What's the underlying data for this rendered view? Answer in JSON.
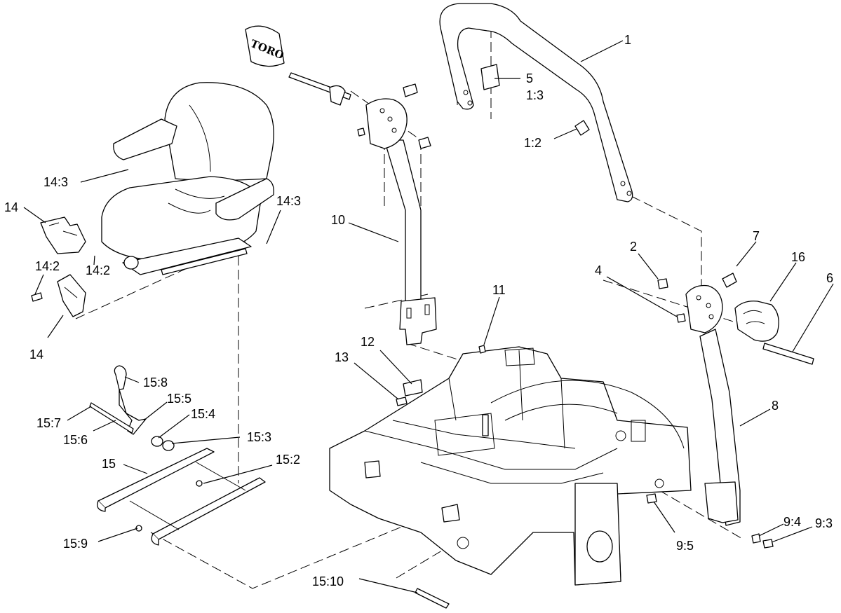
{
  "callouts": {
    "c1": "1",
    "c5": "5",
    "c1_3": "1:3",
    "c1_2": "1:2",
    "c14_3a": "14:3",
    "c14_3b": "14:3",
    "c14a": "14",
    "c14_2a": "14:2",
    "c14_2b": "14:2",
    "c14b": "14",
    "c10": "10",
    "c2": "2",
    "c7": "7",
    "c16": "16",
    "c4": "4",
    "c6": "6",
    "c11": "11",
    "c12": "12",
    "c13": "13",
    "c15_8": "15:8",
    "c15_5": "15:5",
    "c15_7": "15:7",
    "c15_4": "15:4",
    "c15_6": "15:6",
    "c15_3": "15:3",
    "c15": "15",
    "c15_2": "15:2",
    "c8": "8",
    "c9_4": "9:4",
    "c9_3": "9:3",
    "c9_5": "9:5",
    "c15_9": "15:9",
    "c15_10": "15:10"
  },
  "decal": {
    "brand": "TORO"
  },
  "icons": [
    "seat-illustration",
    "rollbar-illustration",
    "frame-illustration",
    "seat-belt-illustration",
    "seat-rail-illustration",
    "hinge-bracket-illustration"
  ]
}
